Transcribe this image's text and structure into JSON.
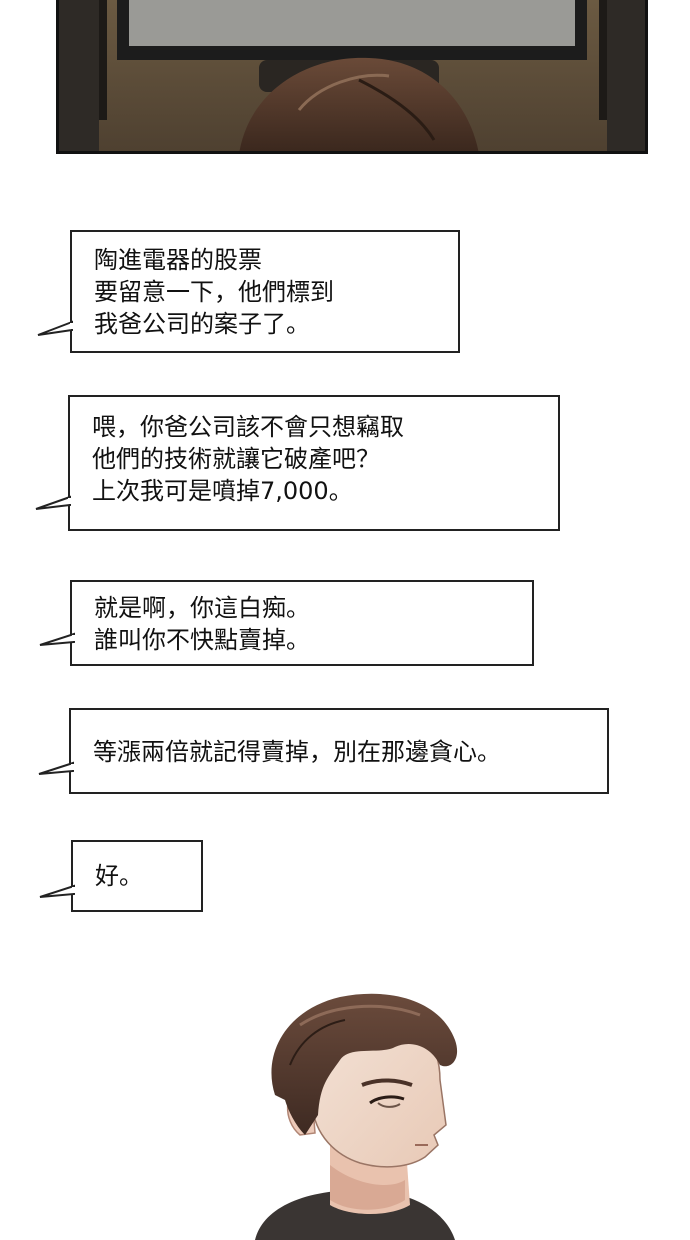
{
  "dialogue": [
    {
      "lines": [
        "陶進電器的股票",
        "要留意一下，他們標到",
        "我爸公司的案子了。"
      ]
    },
    {
      "lines": [
        "喂，你爸公司該不會只想竊取",
        "他們的技術就讓它破產吧？",
        "上次我可是噴掉7,000。"
      ]
    },
    {
      "lines": [
        "就是啊，你這白痴。",
        "誰叫你不快點賣掉。"
      ]
    },
    {
      "lines": [
        "等漲兩倍就記得賣掉，別在那邊貪心。"
      ]
    },
    {
      "lines": [
        "好。"
      ]
    }
  ]
}
